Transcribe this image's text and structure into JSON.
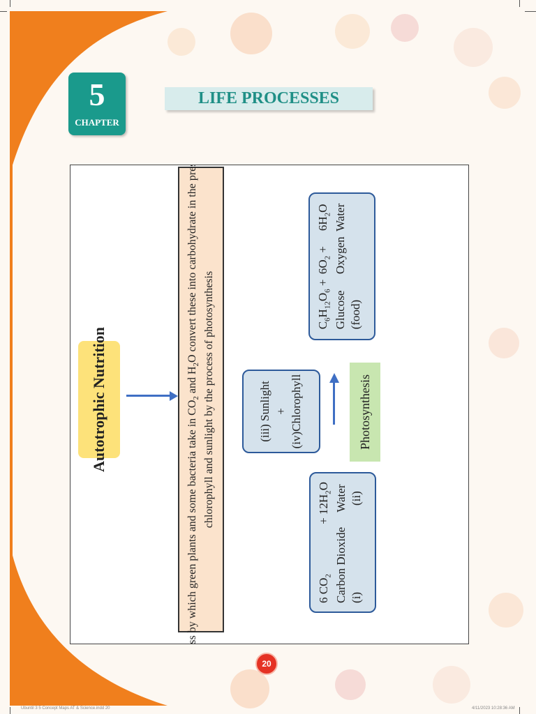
{
  "header": {
    "chapter_number": "5",
    "chapter_label": "CHAPTER",
    "title": "LIFE PROCESSES"
  },
  "diagram": {
    "heading": "Autotrophic Nutrition",
    "definition_line1_a": "Process by which green plants and some bacteria take in CO",
    "definition_line1_b": " and H",
    "definition_line1_c": "O convert these into carbohydrate in the presence of",
    "definition_line2": "chlorophyll and sunlight by the process of photosynthesis",
    "reactants": {
      "co2_coef": "6 CO",
      "co2_name": "Carbon Dioxide",
      "co2_index": "(i)",
      "plus": "+",
      "water_coef": "12H",
      "water_name": "Water",
      "water_index": "(ii)"
    },
    "conditions": {
      "sunlight": "(iii) Sunlight",
      "plus": "+",
      "chlorophyll": "(iv)Chlorophyll"
    },
    "process_label": "Photosynthesis",
    "products": {
      "glucose_formula_a": "C",
      "glucose_formula_b": "H",
      "glucose_formula_c": "O",
      "glucose_plus": "+",
      "glucose_name": "Glucose",
      "glucose_note": "(food)",
      "oxygen_formula": "6O",
      "oxygen_plus": "+",
      "oxygen_name": "Oxygen",
      "water_formula": "6H",
      "water_name": "Water"
    }
  },
  "footer": {
    "page_number": "20",
    "file_info": "Ubuntil 3 5 Concept Maps AT & Science.indd   20",
    "timestamp": "4/11/2023   10:28:36 AM"
  }
}
